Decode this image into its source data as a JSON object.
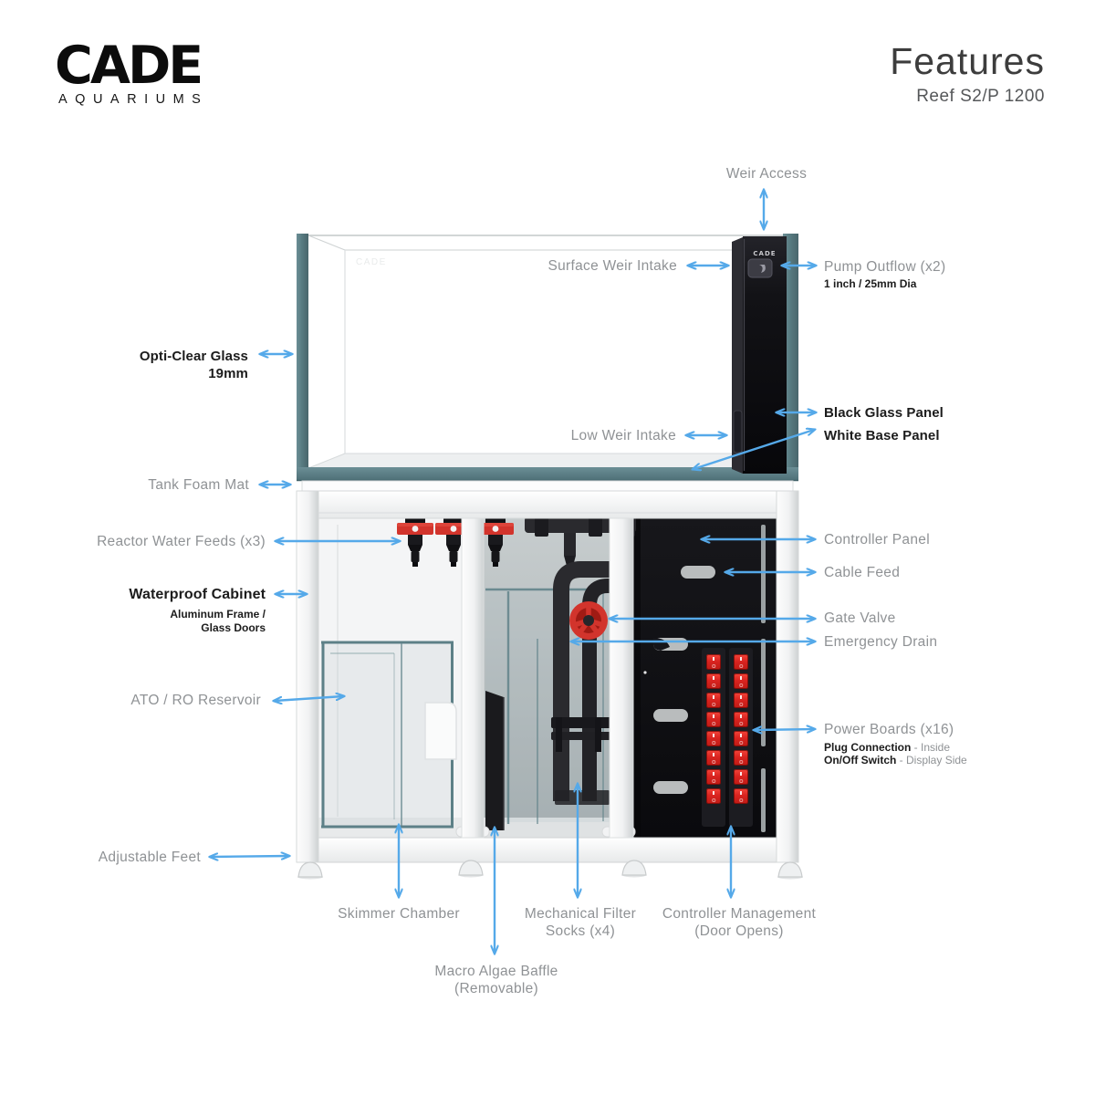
{
  "header": {
    "logo_text": "CADE",
    "logo_subtext": "AQUARIUMS",
    "title": "Features",
    "subtitle": "Reef S2/P 1200"
  },
  "brand_marks": {
    "weir_logo": "CADE",
    "tank_watermark": "CADE"
  },
  "colors": {
    "arrow_blue": "#55a9e9",
    "glass_teal": "#587d84",
    "valve_red": "#d2342c",
    "switch_red": "#d92420",
    "panel_black": "#101013",
    "label_gray": "#8f9295",
    "label_dark": "#1c1c1c"
  },
  "power_board": {
    "columns": 2,
    "rows": 8
  },
  "labels": {
    "weir_access": "Weir Access",
    "surface_weir_intake": "Surface Weir Intake",
    "pump_outflow": "Pump Outflow (x2)",
    "pump_outflow_sub": "1 inch / 25mm Dia",
    "opti_clear_glass": "Opti-Clear Glass",
    "opti_clear_glass_sub": "19mm",
    "black_glass_panel": "Black Glass Panel",
    "white_base_panel": "White Base Panel",
    "low_weir_intake": "Low Weir Intake",
    "tank_foam_mat": "Tank Foam Mat",
    "reactor_water_feeds": "Reactor Water Feeds (x3)",
    "waterproof_cabinet": "Waterproof Cabinet",
    "waterproof_cabinet_sub1": "Aluminum Frame /",
    "waterproof_cabinet_sub2": "Glass Doors",
    "controller_panel": "Controller Panel",
    "cable_feed": "Cable Feed",
    "gate_valve": "Gate Valve",
    "emergency_drain": "Emergency Drain",
    "ato_ro_reservoir": "ATO / RO Reservoir",
    "power_boards": "Power Boards (x16)",
    "power_boards_sub1_bold": "Plug Connection",
    "power_boards_sub1_rest": " - Inside",
    "power_boards_sub2_bold": "On/Off Switch",
    "power_boards_sub2_rest": " - Display Side",
    "adjustable_feet": "Adjustable Feet",
    "skimmer_chamber": "Skimmer Chamber",
    "mechanical_filter_line1": "Mechanical Filter",
    "mechanical_filter_line2": "Socks (x4)",
    "controller_mgmt_line1": "Controller Management",
    "controller_mgmt_line2": "(Door Opens)",
    "macro_algae_line1": "Macro Algae Baffle",
    "macro_algae_line2": "(Removable)"
  }
}
